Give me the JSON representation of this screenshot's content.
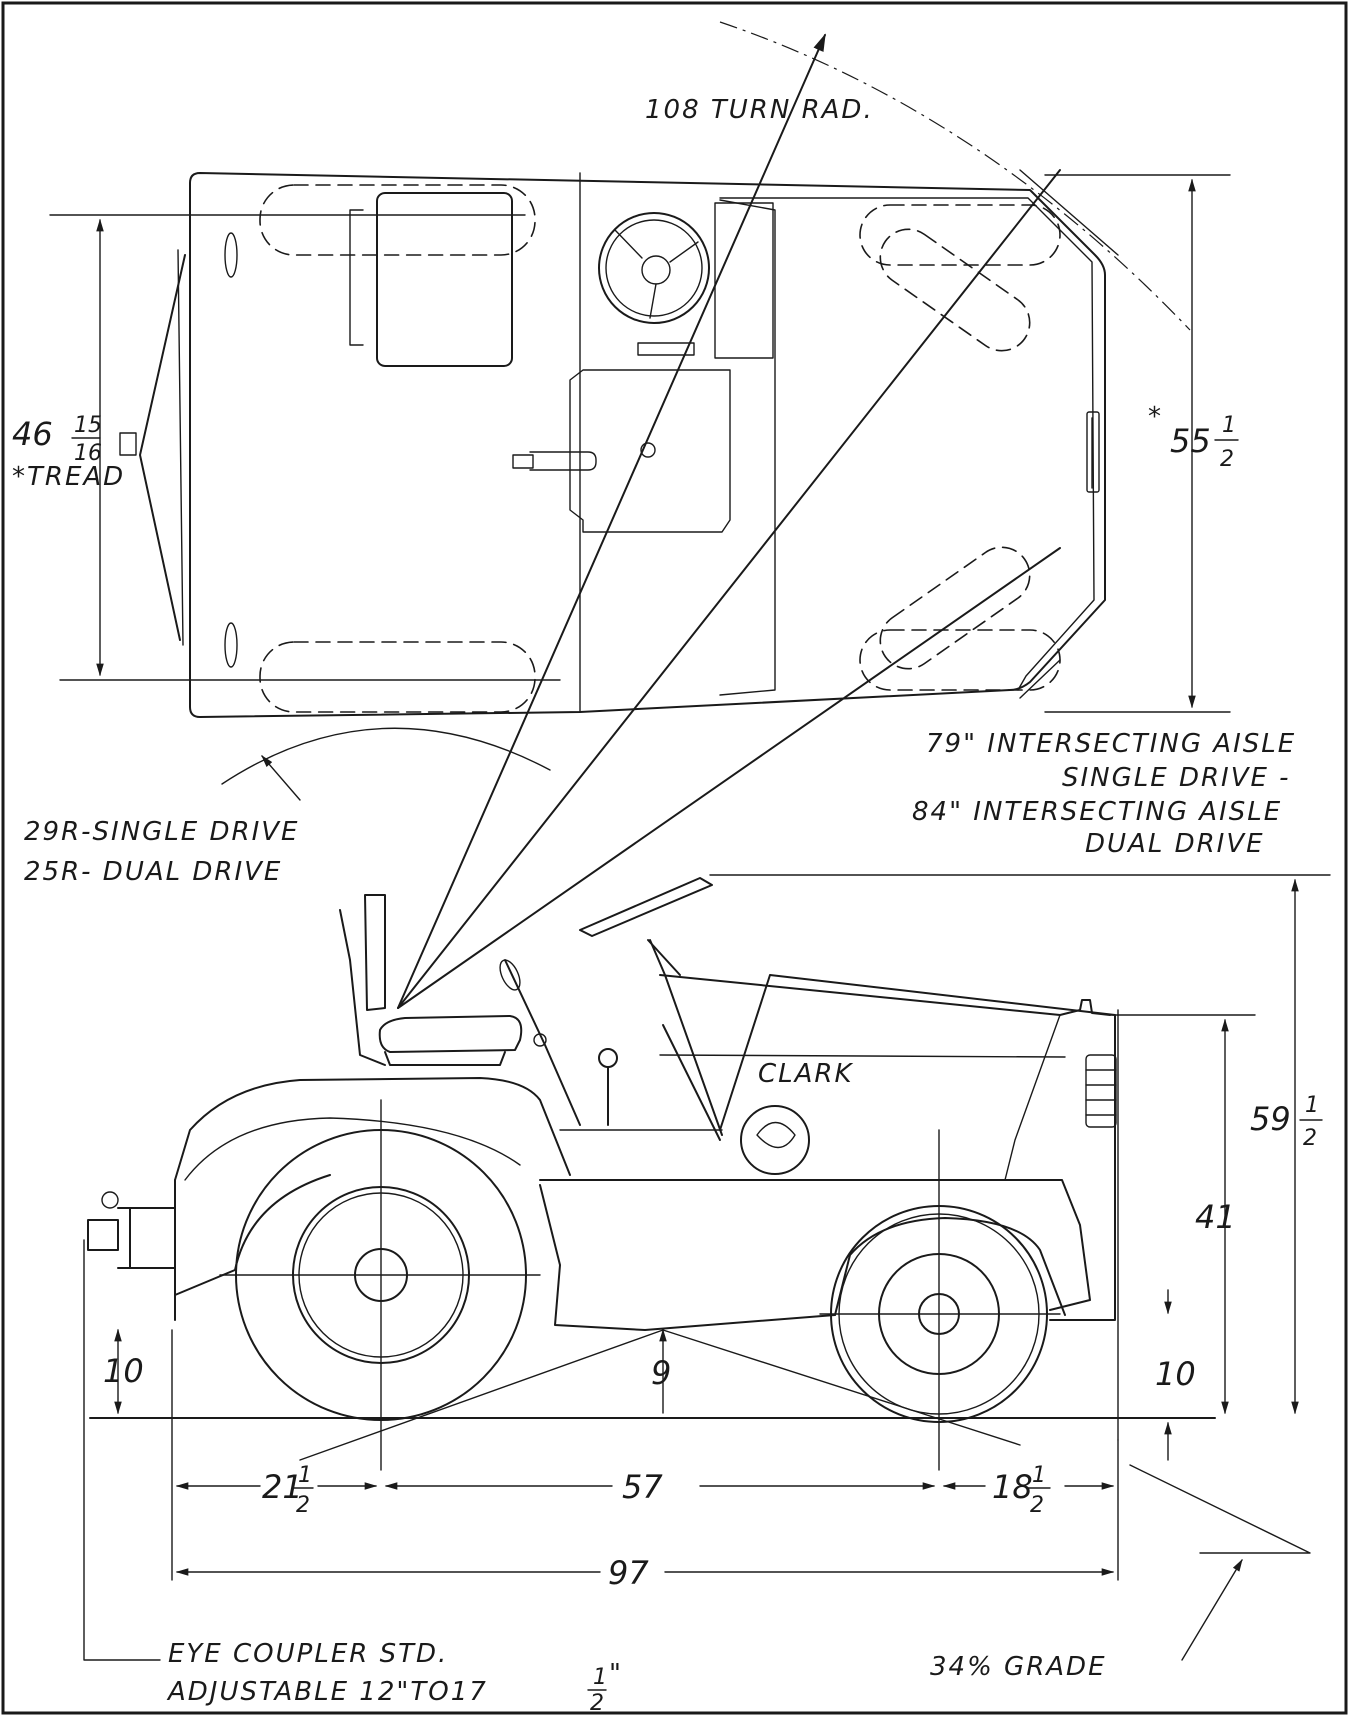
{
  "labels": {
    "turn_radius": "108 TURN RAD.",
    "tread_whole": "46",
    "tread_num": "15",
    "tread_den": "16",
    "tread_word": "*TREAD",
    "width_star": "*",
    "width_whole": "55",
    "width_num": "1",
    "width_den": "2",
    "aisle_line1": "79\" INTERSECTING AISLE",
    "aisle_line2": "SINGLE DRIVE -",
    "aisle_line3": "84\" INTERSECTING AISLE",
    "aisle_line4": "DUAL DRIVE",
    "inner_radius_1": "29R-SINGLE DRIVE",
    "inner_radius_2": "25R- DUAL DRIVE",
    "brand": "CLARK",
    "height_whole": "59",
    "height_num": "1",
    "height_den": "2",
    "cowl_height": "41",
    "hitch_height": "10",
    "ground_clearance": "9",
    "rear_height": "10",
    "rear_overhang_whole": "21",
    "rear_overhang_num": "1",
    "rear_overhang_den": "2",
    "wheelbase": "57",
    "front_overhang_whole": "18",
    "front_overhang_num": "1",
    "front_overhang_den": "2",
    "overall_length": "97",
    "coupler_line1": "EYE COUPLER STD.",
    "coupler_line2": "ADJUSTABLE 12\"TO17",
    "coupler_frac_num": "1",
    "coupler_frac_den": "2",
    "coupler_inch": "\"",
    "grade": "34% GRADE"
  }
}
